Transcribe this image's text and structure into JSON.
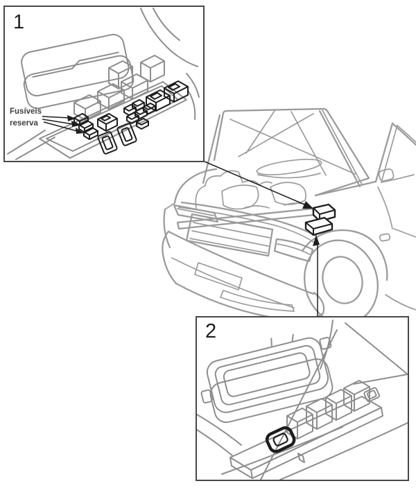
{
  "insets": {
    "inset1": {
      "number": "1",
      "callout": {
        "line1": "Fusíveis",
        "line2": "reserva"
      }
    },
    "inset2": {
      "number": "2"
    }
  },
  "colors": {
    "background": "#ffffff",
    "car_line_gray": "#9b9b9b",
    "inset_art_gray": "#8d8d8d",
    "ink_black": "#1d1d1d",
    "label_text": "#3f3f3f",
    "inset_border": "#474747"
  }
}
